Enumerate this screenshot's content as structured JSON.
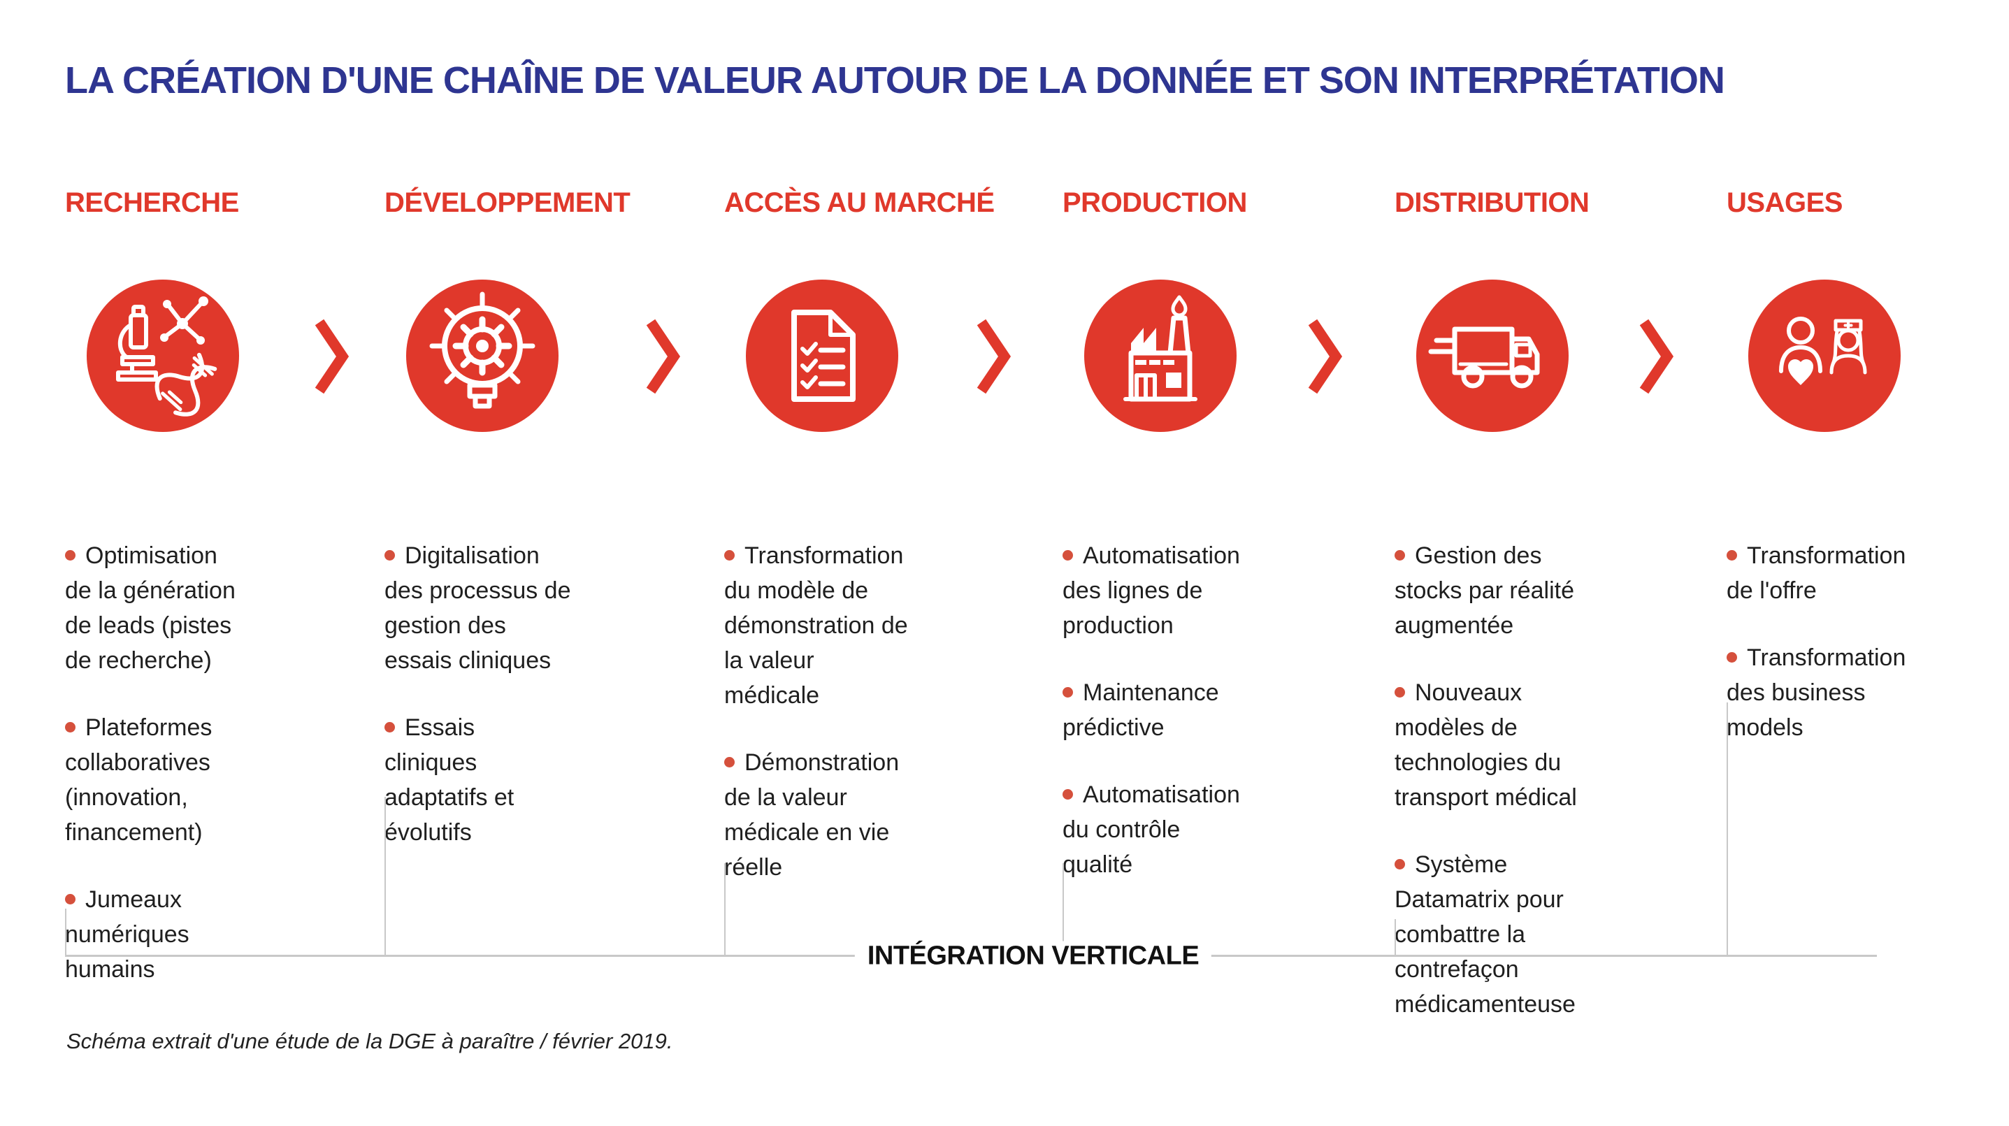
{
  "title": "LA CRÉATION D'UNE CHAÎNE DE VALEUR AUTOUR DE LA DONNÉE ET SON INTERPRÉTATION",
  "integration_label": "INTÉGRATION VERTICALE",
  "footer_caption": "Schéma extrait d'une étude de la DGE à paraître / février 2019.",
  "colors": {
    "accent_red": "#E0382B",
    "bullet_red": "#D5503C",
    "title_blue": "#2E3591",
    "text_dark": "#1F1F1F",
    "line_gray": "#C8C8C8"
  },
  "columns": [
    {
      "title": "RECHERCHE",
      "icon": "microscope-dna-molecule-icon",
      "bullets": [
        "Optimisation de la génération de leads (pistes de recherche)",
        "Plateformes collaboratives (innovation, financement)",
        "Jumeaux numériques humains"
      ]
    },
    {
      "title": "DÉVELOPPEMENT",
      "icon": "lightbulb-gear-icon",
      "bullets": [
        "Digitalisation des processus de gestion des essais cliniques",
        "Essais cliniques adaptatifs et évolutifs"
      ]
    },
    {
      "title": "ACCÈS AU MARCHÉ",
      "icon": "checklist-document-icon",
      "bullets": [
        "Transformation du modèle de démonstration de la valeur médicale",
        "Démonstration de la valeur médicale en vie réelle"
      ]
    },
    {
      "title": "PRODUCTION",
      "icon": "factory-icon",
      "bullets": [
        "Automatisation des lignes de production",
        "Maintenance prédictive",
        "Automatisation du contrôle qualité"
      ]
    },
    {
      "title": "DISTRIBUTION",
      "icon": "delivery-truck-icon",
      "bullets": [
        "Gestion des stocks par réalité augmentée",
        "Nouveaux modèles de technologies du transport médical",
        "Système Datamatrix pour combattre la contrefaçon médicamenteuse"
      ]
    },
    {
      "title": "USAGES",
      "icon": "patient-nurse-icon",
      "bullets": [
        "Transformation de l'offre",
        "Transformation des business models"
      ]
    }
  ]
}
